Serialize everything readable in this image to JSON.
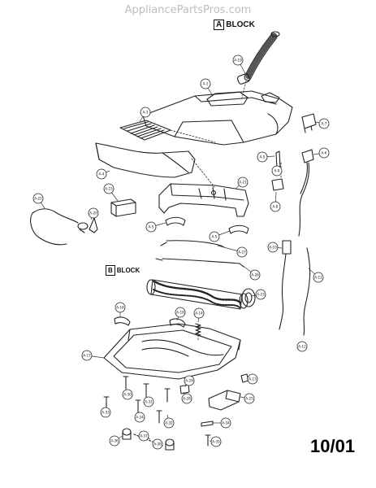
{
  "watermark": "AppliancePartsPros.com",
  "block_a": {
    "letter": "A",
    "word": "BLOCK"
  },
  "block_b": {
    "letter": "B",
    "word": "BLOCK"
  },
  "date": "10/01",
  "callouts": [
    {
      "label": "A-19"
    },
    {
      "label": "A-1"
    },
    {
      "label": "A-3"
    },
    {
      "label": "A-7"
    },
    {
      "label": "A-6"
    },
    {
      "label": "A-5"
    },
    {
      "label": "A-9"
    },
    {
      "label": "A-8"
    },
    {
      "label": "A-4"
    },
    {
      "label": "A-21"
    },
    {
      "label": "A-15"
    },
    {
      "label": "A-22"
    },
    {
      "label": "A-20"
    },
    {
      "label": "A-5"
    },
    {
      "label": "A-5"
    },
    {
      "label": "A-27"
    },
    {
      "label": "A-26"
    },
    {
      "label": "A-10"
    },
    {
      "label": "A-11"
    },
    {
      "label": "A-23"
    },
    {
      "label": "A-16"
    },
    {
      "label": "A-18"
    },
    {
      "label": "A-14"
    },
    {
      "label": "A-17"
    },
    {
      "label": "A-12"
    },
    {
      "label": "A-13"
    },
    {
      "label": "A-29"
    },
    {
      "label": "A-28"
    },
    {
      "label": "A-25"
    },
    {
      "label": "A-30"
    },
    {
      "label": "A-31"
    },
    {
      "label": "A-32"
    },
    {
      "label": "A-33"
    },
    {
      "label": "A-24"
    },
    {
      "label": "A-34"
    },
    {
      "label": "A-35"
    },
    {
      "label": "A-36"
    },
    {
      "label": "A-37"
    },
    {
      "label": "A-38"
    }
  ]
}
